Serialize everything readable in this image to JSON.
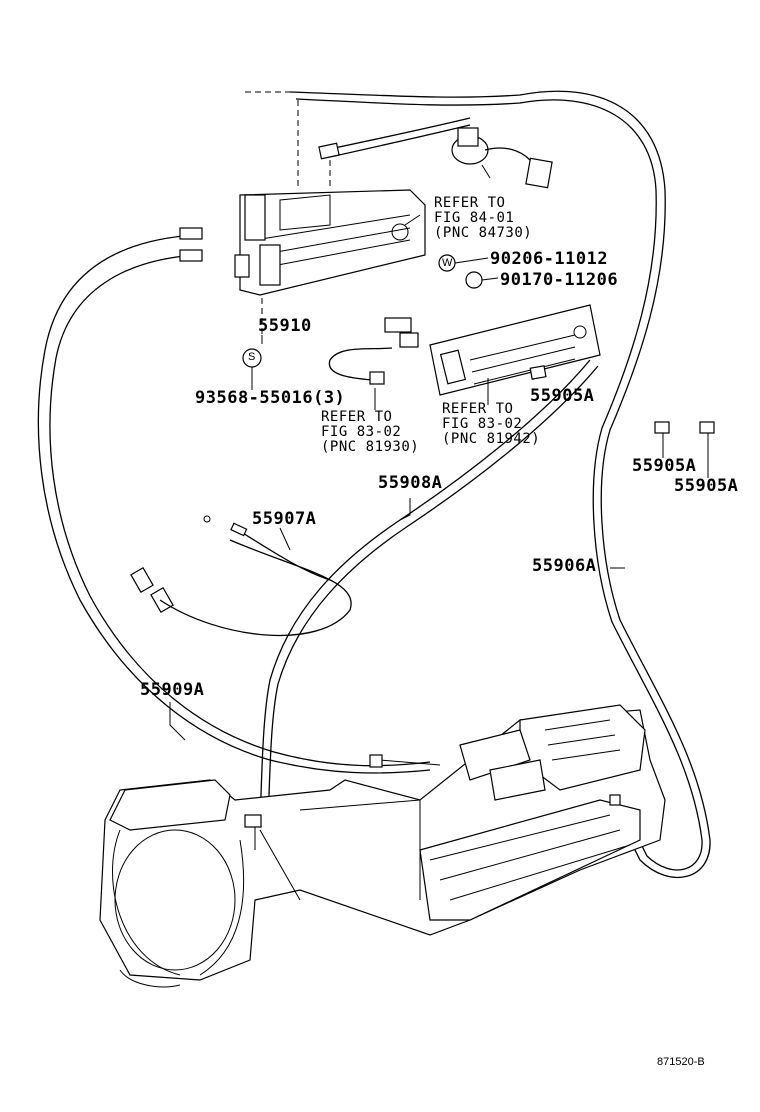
{
  "parts": {
    "p55910": "55910",
    "p93568": "93568-55016(3)",
    "p90206": "90206-11012",
    "p90170": "90170-11206",
    "p55905a_1": "55905A",
    "p55905a_2": "55905A",
    "p55905a_3": "55905A",
    "p55908a": "55908A",
    "p55907a": "55907A",
    "p55906a": "55906A",
    "p55909a": "55909A"
  },
  "refs": {
    "ref_84_01": {
      "line1": "REFER TO",
      "line2": "FIG 84-01",
      "pnc": "(PNC 84730)"
    },
    "ref_83_02_a": {
      "line1": "REFER TO",
      "line2": "FIG 83-02",
      "pnc": "(PNC 81930)"
    },
    "ref_83_02_b": {
      "line1": "REFER TO",
      "line2": "FIG 83-02",
      "pnc": "(PNC 81942)"
    }
  },
  "symbols": {
    "washer": "W",
    "screw": "S"
  },
  "diagram_code": "871520-B"
}
